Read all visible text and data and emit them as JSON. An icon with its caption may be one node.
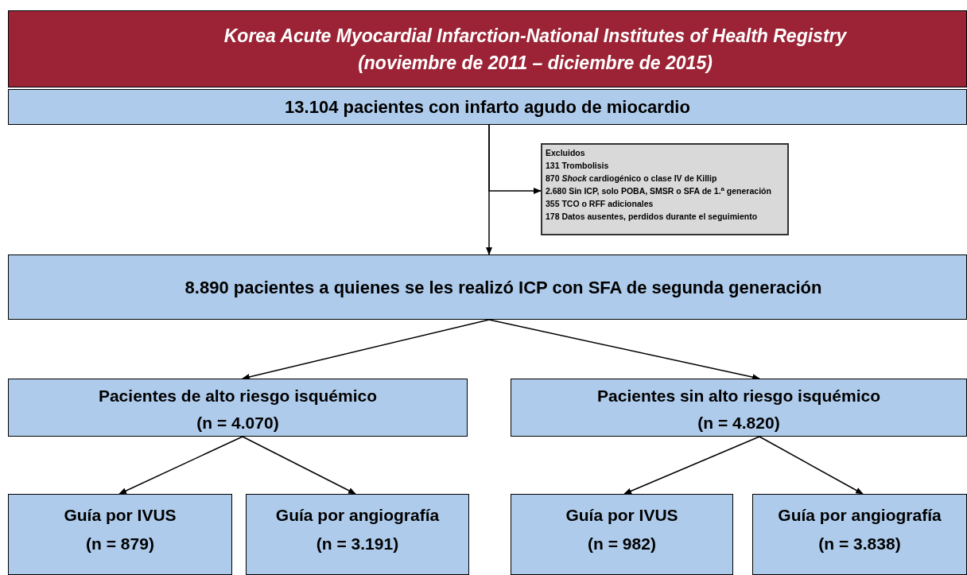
{
  "diagram": {
    "nodes": [
      {
        "text": [
          "Korea Acute Myocardial Infarction-National Institutes of Health Registry",
          "(noviembre de 2011 – diciembre de 2015)"
        ]
      },
      {
        "text": [
          "13.104 pacientes con infarto agudo de miocardio"
        ]
      },
      {
        "text": [
          "Excluidos",
          "131 Trombolisis",
          "870 *Shock* cardiogénico o clase IV de Killip",
          "2.680 Sin ICP, solo POBA, SMSR o SFA de 1.$^{a}$ generación",
          "355 TCO o RFF adicionales",
          "178 Datos ausentes, perdidos durante el seguimiento"
        ]
      },
      {
        "text": [
          "8.890 pacientes a quienes se les realizó ICP con SFA de segunda generación"
        ]
      },
      {
        "text": [
          "Pacientes de alto riesgo isquémico",
          "(n = 4.070)"
        ]
      },
      {
        "text": [
          "Pacientes sin alto riesgo isquémico",
          "(n = 4.820)"
        ]
      },
      {
        "text": [
          "Guía por IVUS",
          "(n = 879)"
        ]
      },
      {
        "text": [
          "Guía por angiografía",
          "(n = 3.191)"
        ]
      },
      {
        "text": [
          "Guía por IVUS",
          "(n = 982)"
        ]
      },
      {
        "text": [
          "Guía por angiografía",
          "(n = 3.838)"
        ]
      }
    ],
    "edges": [
      {
        "from": 1,
        "to": 3,
        "arrow": "to"
      },
      {
        "from": 1,
        "to": 2,
        "arrow": "to"
      },
      {
        "from": 3,
        "to": 4,
        "arrow": "to"
      },
      {
        "from": 3,
        "to": 5,
        "arrow": "to"
      },
      {
        "from": 4,
        "to": 6,
        "arrow": "to"
      },
      {
        "from": 4,
        "to": 7,
        "arrow": "to"
      },
      {
        "from": 5,
        "to": 8,
        "arrow": "to"
      },
      {
        "from": 5,
        "to": 9,
        "arrow": "to"
      }
    ]
  }
}
